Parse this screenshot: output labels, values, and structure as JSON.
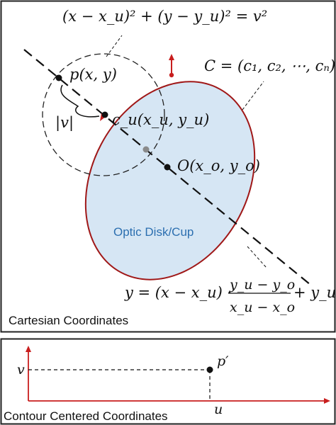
{
  "top_panel": {
    "caption": "Cartesian Coordinates",
    "circle_equation": "(x − x_u)² + (y − y_u)² = v²",
    "contour_set": "C = (c₁, c₂, ⋯, cₙ)",
    "point_p": "p(x, y)",
    "point_cu": "c_u(x_u, y_u)",
    "point_o": "O(x_o, y_o)",
    "radius_label": "|v|",
    "region_label": "Optic Disk/Cup",
    "line_eq_lhs": "y = (x − x_u) ·",
    "line_eq_num": "y_u − y_o",
    "line_eq_den": "x_u − x_o",
    "line_eq_rhs": "+ y_u"
  },
  "bottom_panel": {
    "caption": "Contour Centered Coordinates",
    "axis_v": "v",
    "axis_u": "u",
    "point_p_prime": "p′"
  },
  "colors": {
    "contour": "#a01818",
    "disk_fill": "#d6e6f4",
    "disk_text": "#2c6fb0"
  }
}
